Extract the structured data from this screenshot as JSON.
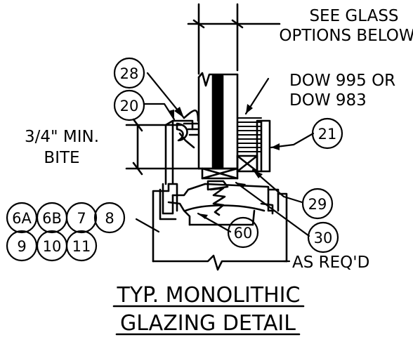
{
  "notes": {
    "see_glass_line1": "SEE GLASS",
    "see_glass_line2": "OPTIONS BELOW",
    "sealant_line1": "DOW 995 OR",
    "sealant_line2": "DOW 983",
    "bite_line1": "3/4\" MIN.",
    "bite_line2": "BITE",
    "as_reqd": "AS REQ'D"
  },
  "callouts": {
    "c28": "28",
    "c20": "20",
    "c21": "21",
    "c29": "29",
    "c30": "30",
    "c60": "60",
    "c6a": "6A",
    "c6b": "6B",
    "c7": "7",
    "c8": "8",
    "c9": "9",
    "c10": "10",
    "c11": "11"
  },
  "title": {
    "line1": "TYP. MONOLITHIC",
    "line2": "GLAZING DETAIL"
  }
}
